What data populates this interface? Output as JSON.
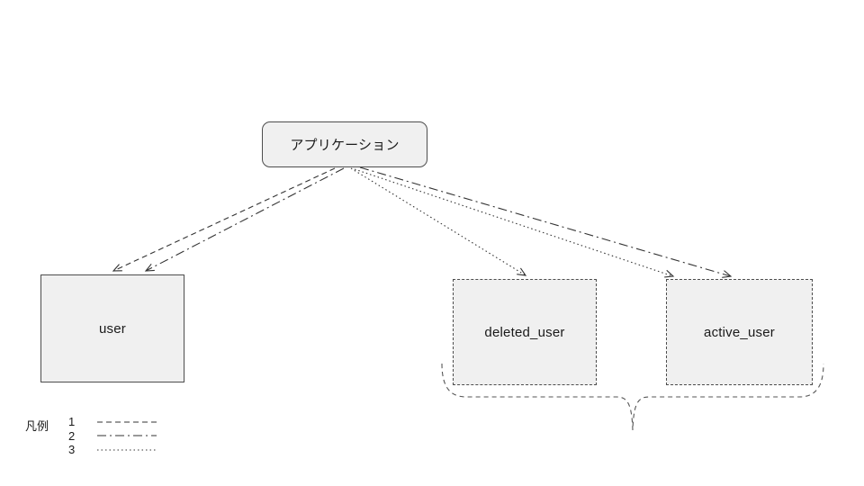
{
  "diagram": {
    "nodes": {
      "application": {
        "label": "アプリケーション",
        "shape": "rounded-rect",
        "border": "solid"
      },
      "user": {
        "label": "user",
        "shape": "rect",
        "border": "solid"
      },
      "deleted_user": {
        "label": "deleted_user",
        "shape": "rect",
        "border": "dashed"
      },
      "active_user": {
        "label": "active_user",
        "shape": "rect",
        "border": "dashed"
      }
    },
    "edges": [
      {
        "from": "application",
        "to": "user",
        "style": "dashed",
        "legend": "1"
      },
      {
        "from": "application",
        "to": "user",
        "style": "dash-dot",
        "legend": "2"
      },
      {
        "from": "application",
        "to": "deleted_user",
        "style": "dotted",
        "legend": "3"
      },
      {
        "from": "application",
        "to": "active_user",
        "style": "dash-dot",
        "legend": "2"
      },
      {
        "from": "application",
        "to": "active_user",
        "style": "dotted",
        "legend": "3"
      }
    ],
    "grouping": {
      "brace_under": [
        "deleted_user",
        "active_user"
      ],
      "brace_style": "dashed"
    },
    "legend": {
      "title": "凡例",
      "items": [
        {
          "label": "1",
          "style": "dashed"
        },
        {
          "label": "2",
          "style": "dash-dot"
        },
        {
          "label": "3",
          "style": "dotted"
        }
      ]
    },
    "colors": {
      "node_fill": "#f0f0f0",
      "node_border": "#4d4d4d",
      "edge": "#333333",
      "background": "#ffffff"
    }
  }
}
